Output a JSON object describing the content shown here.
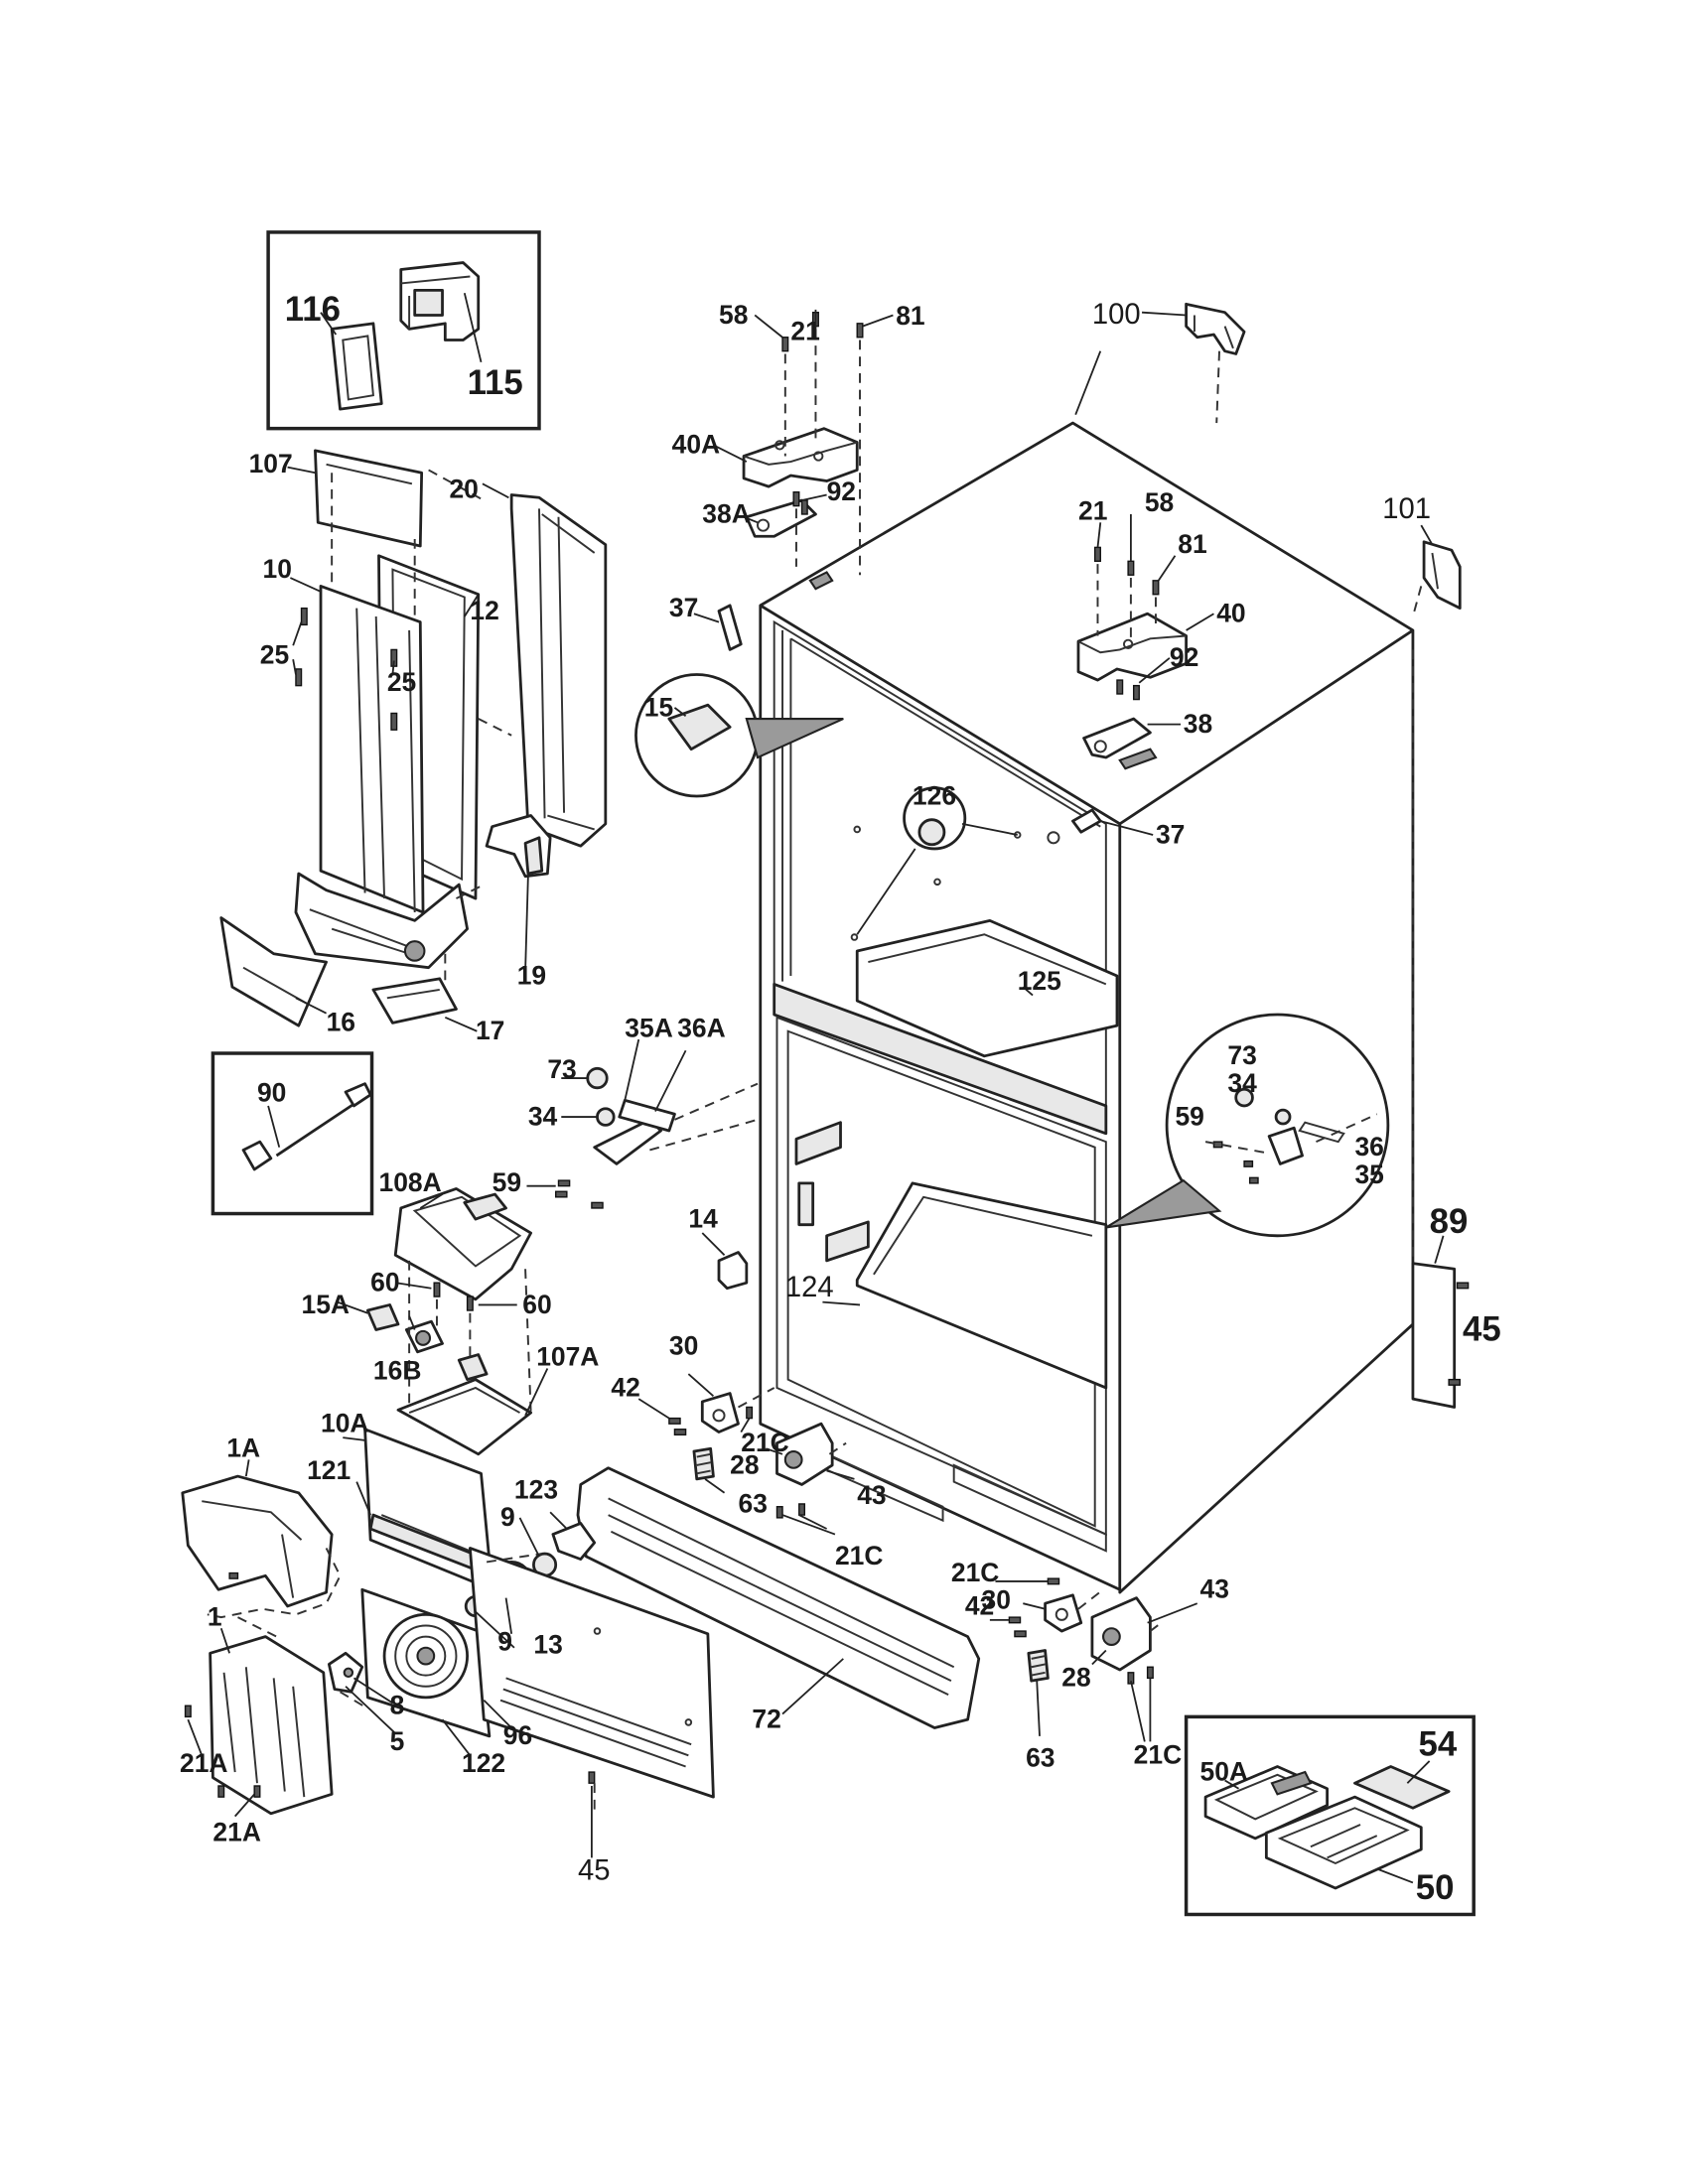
{
  "callouts": {
    "c116": "116",
    "c115": "115",
    "c107": "107",
    "c20": "20",
    "c10": "10",
    "c12": "12",
    "c25a": "25",
    "c25b": "25",
    "c19": "19",
    "c16": "16",
    "c17": "17",
    "c58a": "58",
    "c21a": "21",
    "c81a": "81",
    "c40A": "40A",
    "c92a": "92",
    "c38A": "38A",
    "c37a": "37",
    "c100": "100",
    "c101": "101",
    "c21b": "21",
    "c58b": "58",
    "c81b": "81",
    "c40": "40",
    "c92b": "92",
    "c38": "38",
    "c37b": "37",
    "c15": "15",
    "c126": "126",
    "c125": "125",
    "c73a": "73",
    "c35A": "35A",
    "c36A": "36A",
    "c34a": "34",
    "c59a": "59",
    "c73b": "73",
    "c34b": "34",
    "c59b": "59",
    "c36": "36",
    "c35": "35",
    "c90": "90",
    "c108A": "108A",
    "c60a": "60",
    "c60b": "60",
    "c15A": "15A",
    "c16B": "16B",
    "c107A": "107A",
    "c14": "14",
    "c124": "124",
    "c89": "89",
    "c45a": "45",
    "c30a": "30",
    "c42a": "42",
    "c21Ca": "21C",
    "c28a": "28",
    "c63a": "63",
    "c43a": "43",
    "c21Cb": "21C",
    "c1A": "1A",
    "c121": "121",
    "c10A": "10A",
    "c123": "123",
    "c9a": "9",
    "c9b": "9",
    "c13": "13",
    "c1": "1",
    "c8": "8",
    "c5": "5",
    "c96": "96",
    "c122": "122",
    "c21Aa": "21A",
    "c21Ab": "21A",
    "c45b": "45",
    "c72": "72",
    "c21Cc": "21C",
    "c42b": "42",
    "c30b": "30",
    "c43b": "43",
    "c28b": "28",
    "c63b": "63",
    "c21Cd": "21C",
    "c50A": "50A",
    "c54": "54",
    "c50": "50"
  }
}
